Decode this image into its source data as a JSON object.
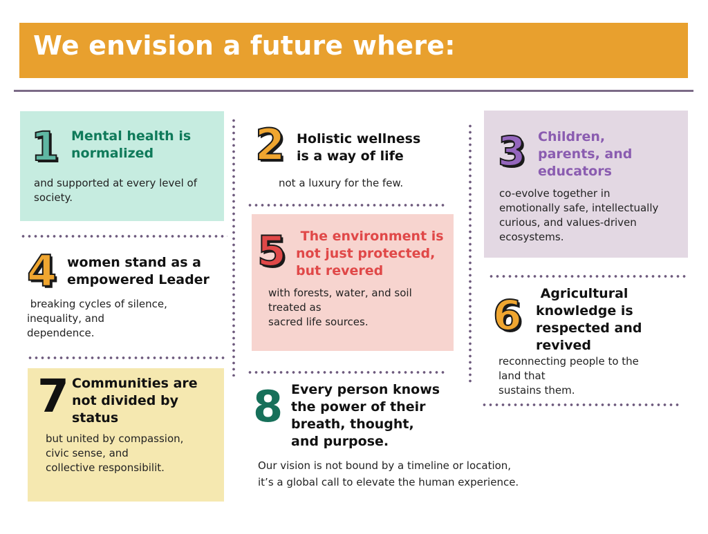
{
  "header": {
    "title": "We envision a future where:"
  },
  "colors": {
    "banner": "#e8a02e",
    "teal": "#0f7a5a",
    "orange": "#e8a02e",
    "purple": "#8a5cb0",
    "coral": "#e04848",
    "green": "#17705a",
    "black": "#111111",
    "mint_card": "#c6ece0",
    "lavender_card": "#e3d8e3",
    "pink_card": "#f7d4cf",
    "yellow_card": "#f5e8b0",
    "divider": "#7b6a86"
  },
  "items": [
    {
      "number": "1",
      "heading_lines": [
        "Mental health is",
        "normalized"
      ],
      "body_lines": [
        "and supported at every level of",
        "society."
      ]
    },
    {
      "number": "2",
      "heading_lines": [
        "Holistic wellness",
        "is a way of life"
      ],
      "body_lines": [
        "not a luxury for the few."
      ]
    },
    {
      "number": "3",
      "heading_lines": [
        "Children,",
        "parents, and",
        "educators"
      ],
      "body_lines": [
        "co-evolve together in",
        "emotionally safe, intellectually",
        "curious, and values-driven",
        "ecosystems."
      ]
    },
    {
      "number": "4",
      "heading_lines": [
        "women stand as a",
        "empowered Leader"
      ],
      "body_lines": [
        " breaking cycles of silence,",
        "inequality, and",
        "dependence."
      ]
    },
    {
      "number": "5",
      "heading_lines": [
        " The environment is",
        "not just protected,",
        "but revered"
      ],
      "body_lines": [
        "with forests, water, and soil",
        "treated as",
        "sacred life sources."
      ]
    },
    {
      "number": "6",
      "heading_lines": [
        " Agricultural",
        "knowledge is",
        "respected and",
        "revived"
      ],
      "body_lines": [
        "reconnecting people to the",
        "land that",
        "sustains them."
      ]
    },
    {
      "number": "7",
      "heading_lines": [
        "Communities are",
        "not divided by",
        "status"
      ],
      "body_lines": [
        "but united by compassion,",
        "civic sense, and",
        "collective responsibilit."
      ]
    },
    {
      "number": "8",
      "heading_lines": [
        "Every person knows",
        "the power of their",
        "breath, thought,",
        "and purpose."
      ],
      "body_lines": []
    }
  ],
  "footer": {
    "lines": [
      "Our vision is not bound by a timeline or location,",
      "it’s a global call to elevate the human experience."
    ]
  }
}
